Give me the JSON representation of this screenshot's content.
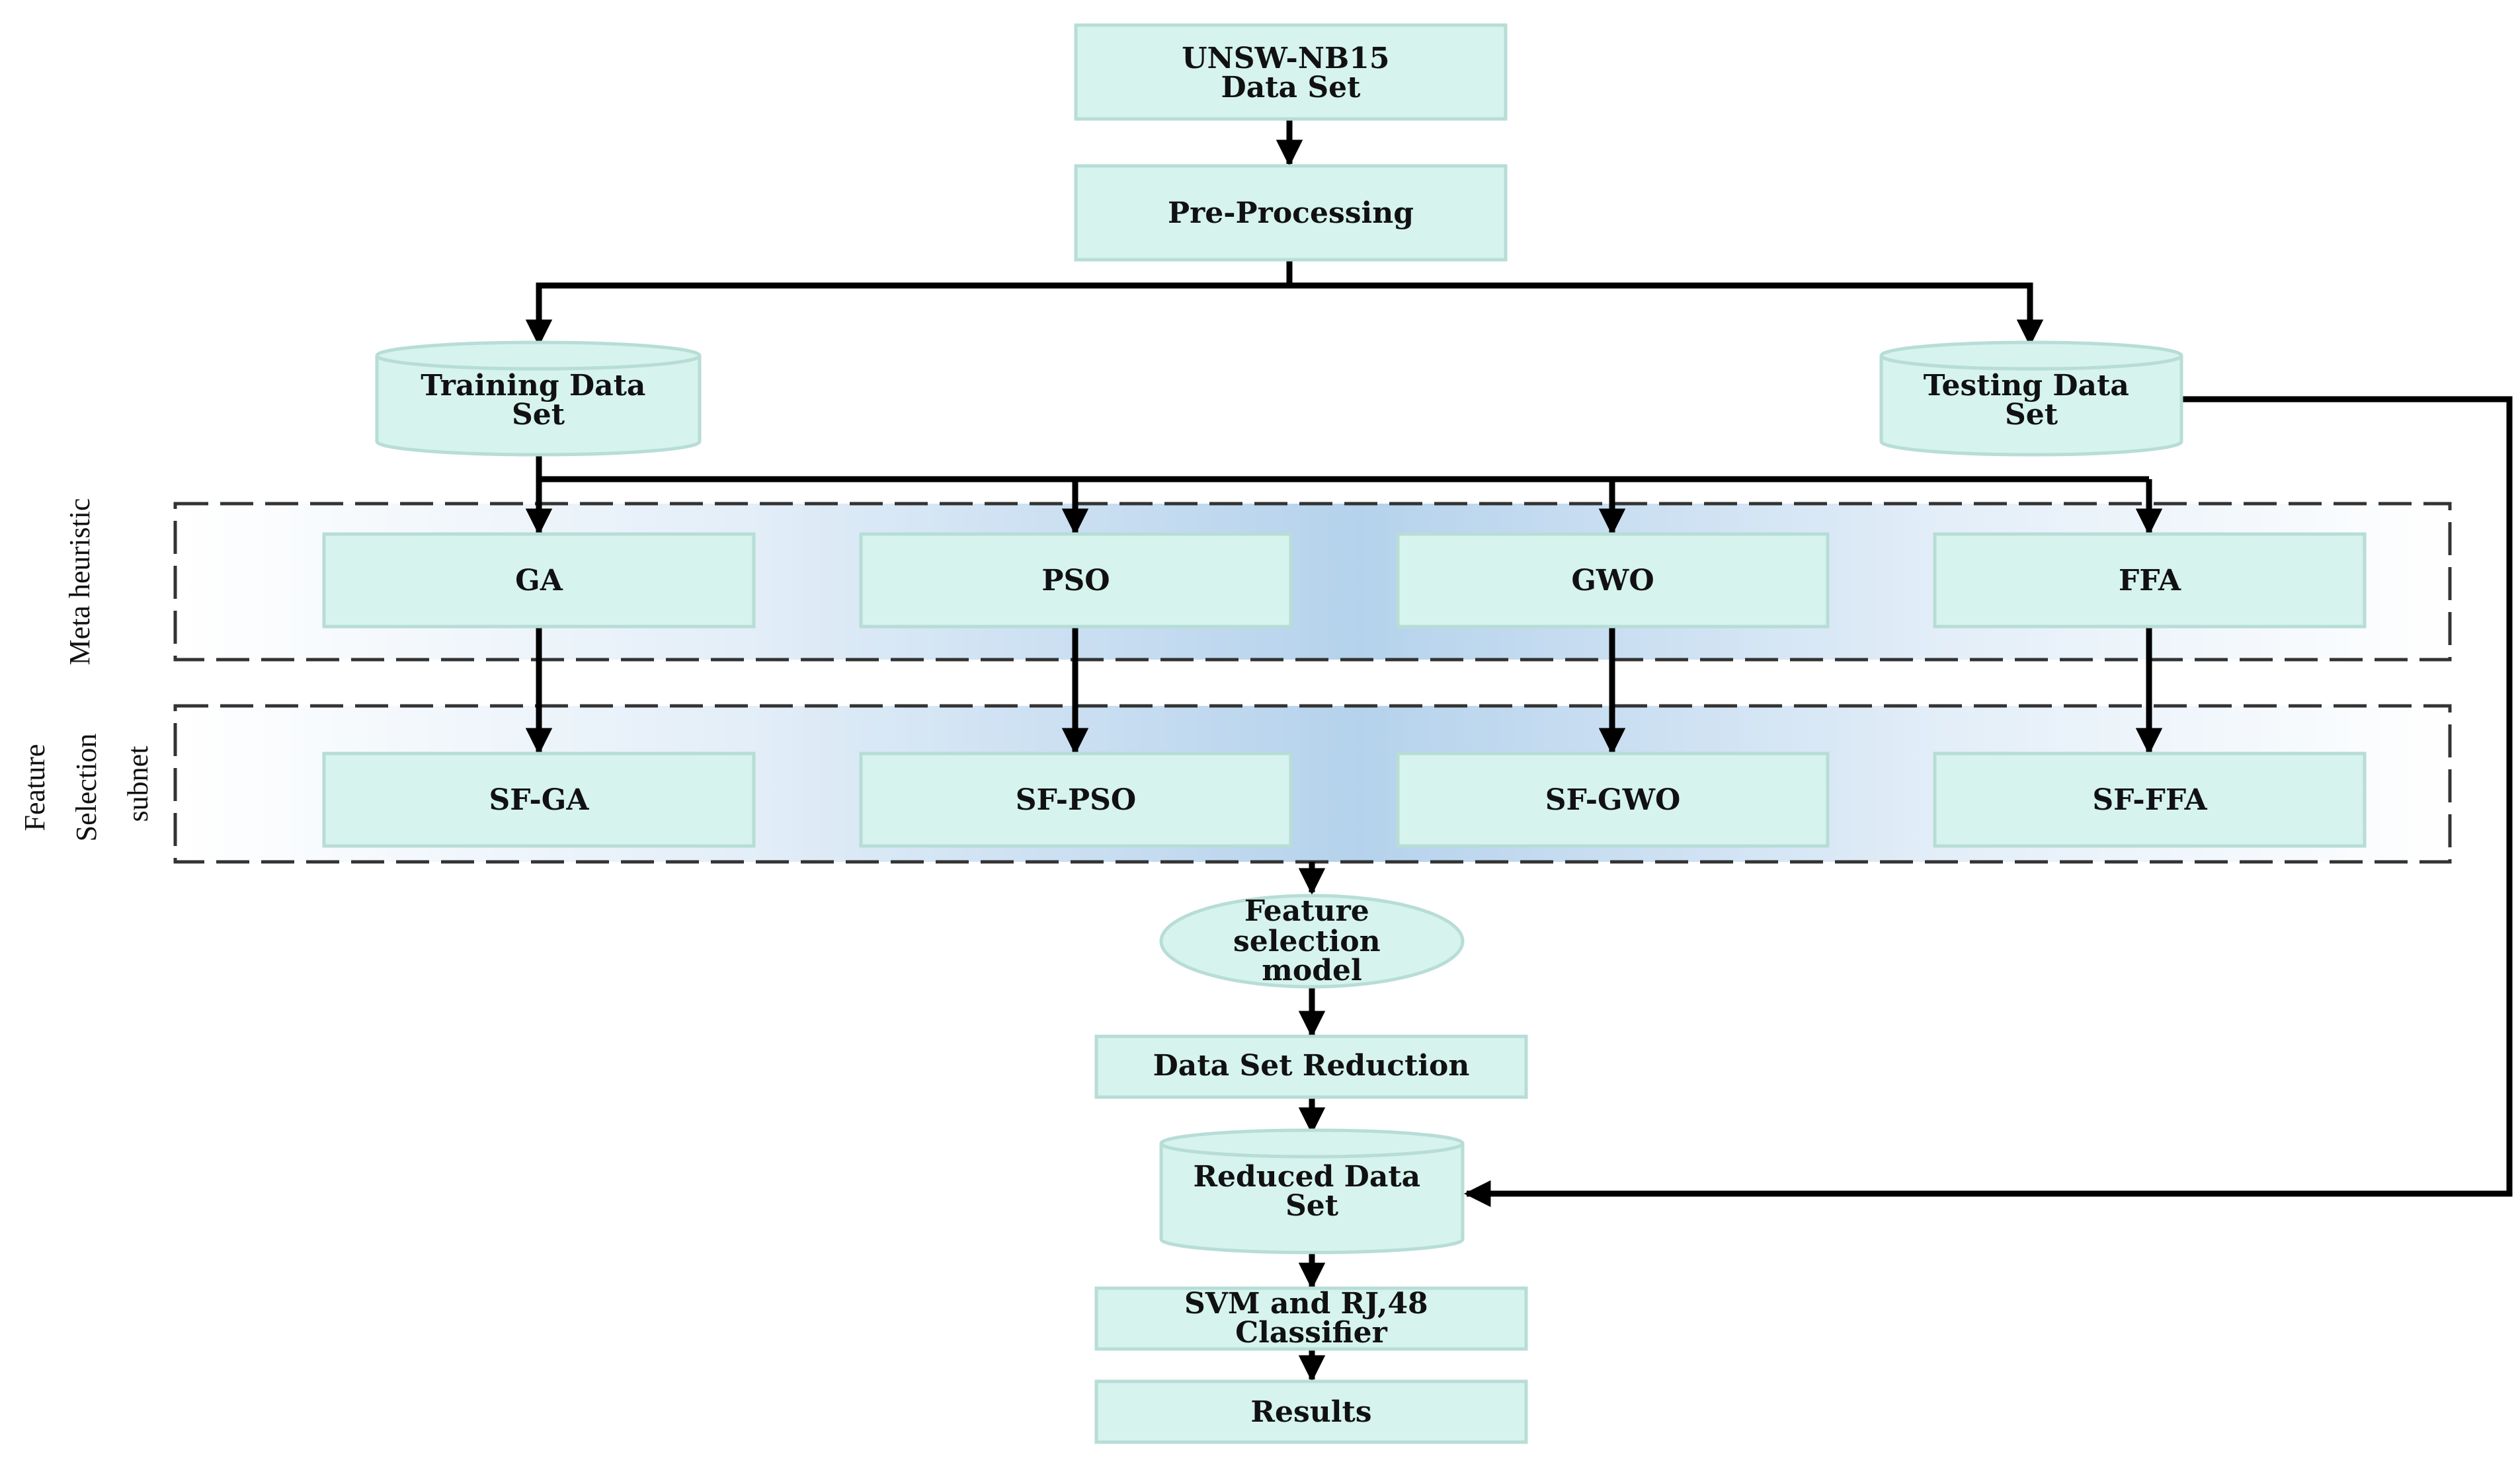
{
  "nodes": {
    "dataset": [
      "UNSW-NB15",
      "Data Set"
    ],
    "preprocessing": [
      "Pre-Processing"
    ],
    "training": [
      "Training Data",
      "Set"
    ],
    "testing": [
      "Testing Data",
      "Set"
    ],
    "ga": [
      "GA"
    ],
    "pso": [
      "PSO"
    ],
    "gwo": [
      "GWO"
    ],
    "ffa": [
      "FFA"
    ],
    "sf_ga": [
      "SF-GA"
    ],
    "sf_pso": [
      "SF-PSO"
    ],
    "sf_gwo": [
      "SF-GWO"
    ],
    "sf_ffa": [
      "SF-FFA"
    ],
    "fs_model": [
      "Feature",
      "selection",
      "model"
    ],
    "reduction": [
      "Data Set Reduction"
    ],
    "reduced": [
      "Reduced Data",
      "Set"
    ],
    "classifier": [
      "SVM and RJ,48",
      "Classifier"
    ],
    "results": [
      "Results"
    ]
  },
  "side_labels": {
    "meta": [
      "Meta heuristic"
    ],
    "feature": [
      "Feature",
      "Selection",
      "subnet"
    ]
  },
  "colors": {
    "box_fill": "#d6f3ee",
    "box_stroke": "#b7ddd6",
    "band_center": "#b5d2ec",
    "arrow": "#000000"
  }
}
